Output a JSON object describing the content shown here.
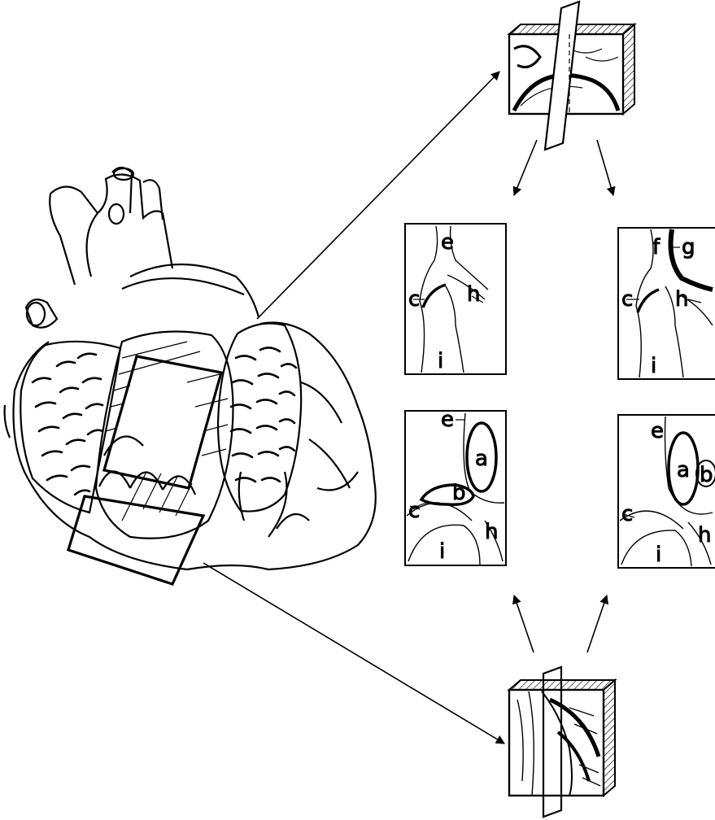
{
  "labels": {
    "a": "a",
    "b": "b",
    "c": "c",
    "e": "e",
    "f": "f",
    "g": "g",
    "h": "h",
    "i": "i"
  },
  "colors": {
    "ink": "#000000",
    "paper": "#ffffff"
  },
  "icons": {
    "heart": "heart-illustration-icon",
    "tissue_block": "tissue-block-icon",
    "arrow": "arrow-icon"
  }
}
